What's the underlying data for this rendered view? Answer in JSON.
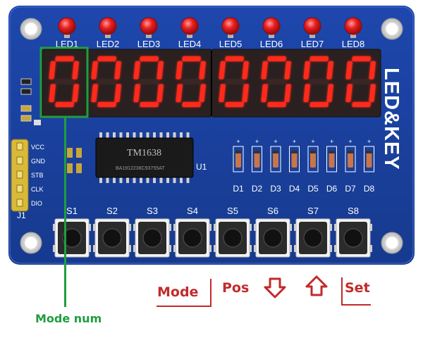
{
  "board": {
    "led_labels": [
      "LED1",
      "LED2",
      "LED3",
      "LED4",
      "LED5",
      "LED6",
      "LED7",
      "LED8"
    ],
    "digits": [
      "0",
      "0",
      "0",
      "0",
      "0",
      "0",
      "0",
      "0"
    ],
    "side_title": "LED&KEY",
    "chip_label": "TM1638",
    "chip_code": "BA1912238C93755AT",
    "chip_ref": "U1",
    "pin_labels": [
      "VCC",
      "GND",
      "STB",
      "CLK",
      "DIO"
    ],
    "connector_ref": "J1",
    "diode_labels": [
      "D1",
      "D2",
      "D3",
      "D4",
      "D5",
      "D6",
      "D7",
      "D8"
    ],
    "button_labels": [
      "S1",
      "S2",
      "S3",
      "S4",
      "S5",
      "S6",
      "S7",
      "S8"
    ],
    "colors": {
      "pcb": "#1a3f9c",
      "segment": "#ff2a1a",
      "led": "#e81e1e",
      "annotation_red": "#c22a2a",
      "annotation_green": "#1f9e3e"
    }
  },
  "annotations": {
    "mode": "Mode",
    "pos": "Pos",
    "down_arrow": "down-arrow-icon",
    "up_arrow": "up-arrow-icon",
    "set": "Set",
    "mode_num": "Mode num"
  }
}
